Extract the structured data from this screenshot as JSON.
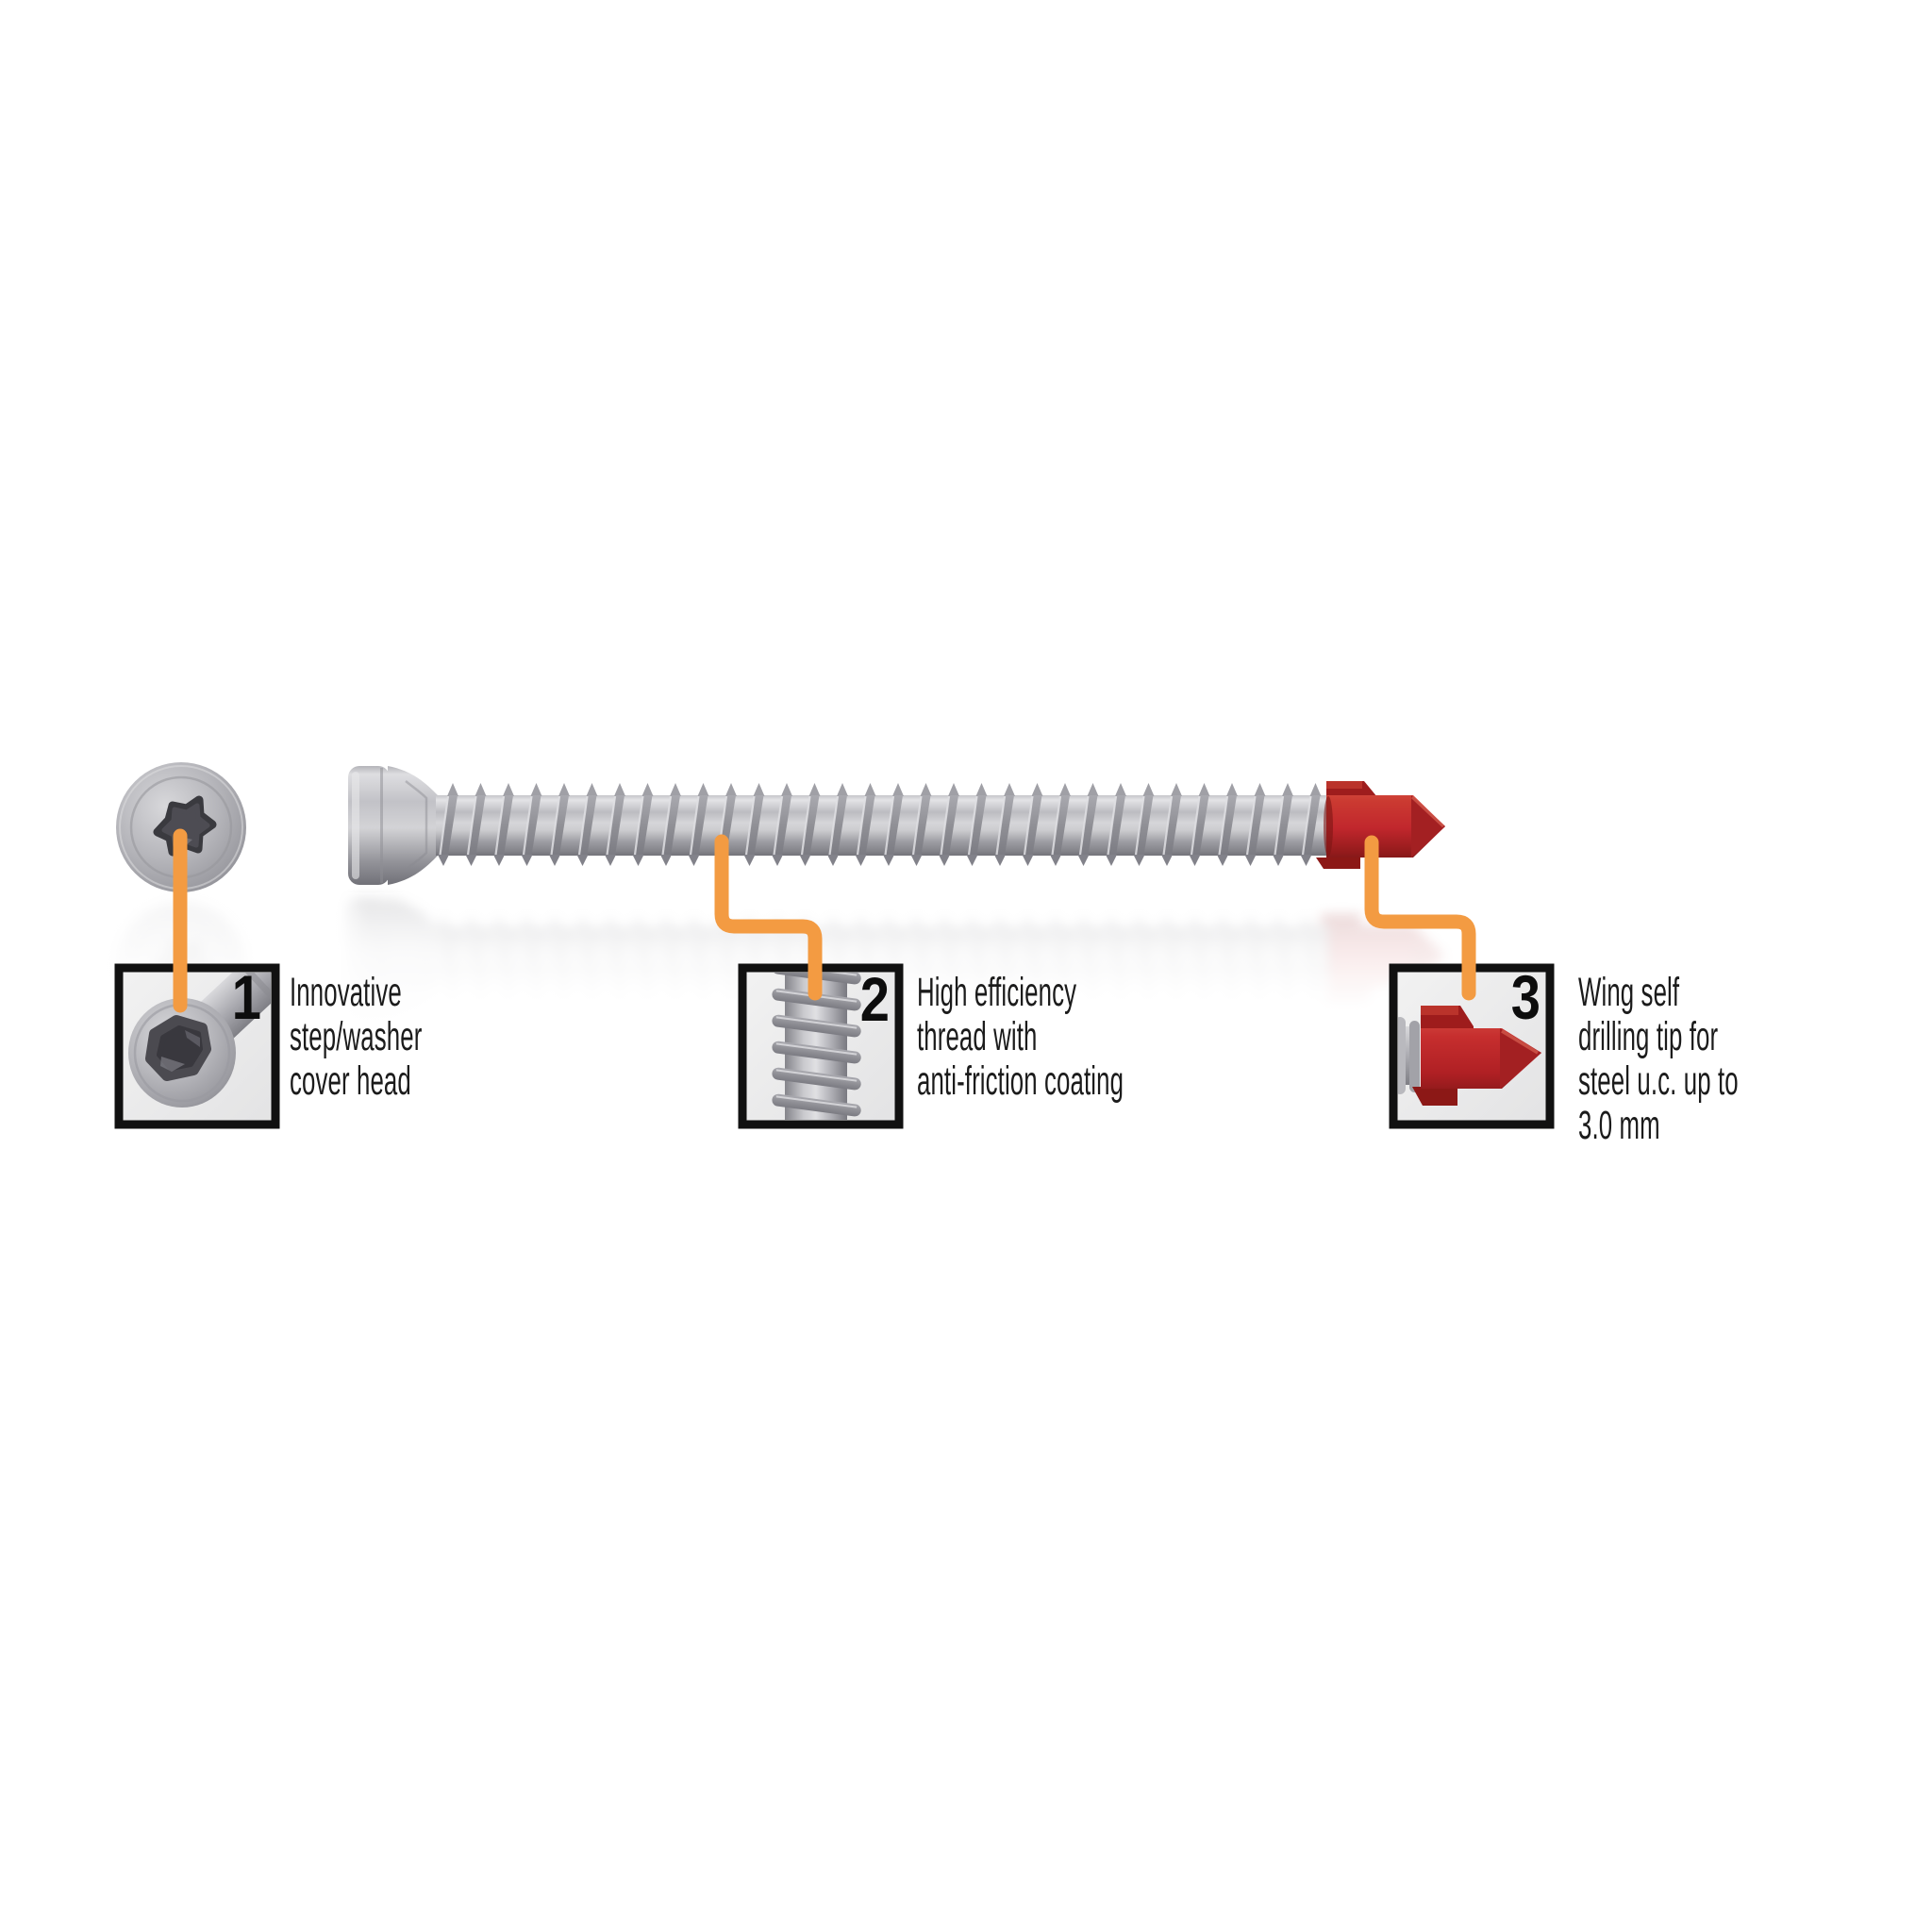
{
  "page": {
    "background": "#ffffff"
  },
  "figure": {
    "type": "product-feature-diagram",
    "subject": "self-drilling screw with numbered feature callouts",
    "colors": {
      "accent_orange": "#F39B42",
      "tip_red": "#C1272D",
      "metal_gray": "#ABABB0",
      "socket_dark": "#4B4A50",
      "text": "#1B1B1B",
      "box_border": "#111111",
      "box_background": "#ECECEC"
    },
    "callouts": [
      {
        "number": "1",
        "label": "Innovative step/washer cover head",
        "lines": [
          "Innovative",
          "step/washer",
          "cover head"
        ]
      },
      {
        "number": "2",
        "label": "High efficiency thread with anti-friction coating",
        "lines": [
          "High efficiency",
          "thread with",
          "anti-friction coating"
        ]
      },
      {
        "number": "3",
        "label": "Wing self drilling tip for steel u.c. up to 3.0 mm",
        "lines": [
          "Wing self",
          "drilling tip for",
          "steel u.c. up to",
          "3.0 mm"
        ]
      }
    ]
  }
}
